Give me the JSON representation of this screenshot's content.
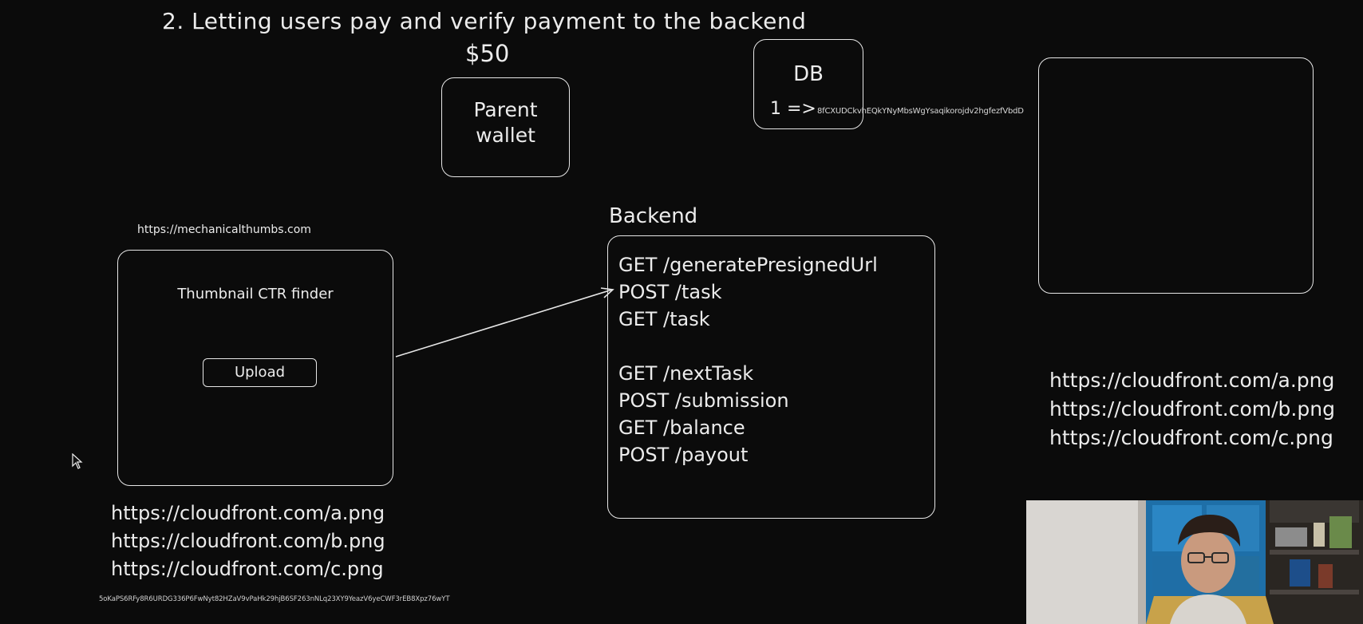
{
  "heading": "2. Letting users pay and verify payment to the backend",
  "price_label": "$50",
  "parent_wallet": {
    "line1": "Parent",
    "line2": "wallet"
  },
  "db": {
    "label": "DB",
    "entry_key": "1 =>",
    "entry_value": "8fCXUDCkvhEQkYNyMbsWgYsaqikorojdv2hgfezfVbdD"
  },
  "client": {
    "site_url": "https://mechanicalthumbs.com",
    "app_title": "Thumbnail CTR finder",
    "upload_label": "Upload"
  },
  "backend": {
    "label": "Backend",
    "endpoints": [
      "GET /generatePresignedUrl",
      "POST /task",
      "GET /task",
      "GET /nextTask",
      "POST /submission",
      "GET /balance",
      "POST /payout"
    ]
  },
  "cloudfront_urls_left": [
    "https://cloudfront.com/a.png",
    "https://cloudfront.com/b.png",
    "https://cloudfront.com/c.png"
  ],
  "cloudfront_urls_right": [
    "https://cloudfront.com/a.png",
    "https://cloudfront.com/b.png",
    "https://cloudfront.com/c.png"
  ],
  "bottom_hash": "5oKaPS6RFy8R6URDG336P6FwNyt82HZaV9vPaHk29hjB6SF263nNLq23XY9YeazV6yeCWF3rEB8Xpz76wYT",
  "colors": {
    "background": "#0b0b0b",
    "stroke": "#e6e6e6",
    "text": "#ececec"
  }
}
